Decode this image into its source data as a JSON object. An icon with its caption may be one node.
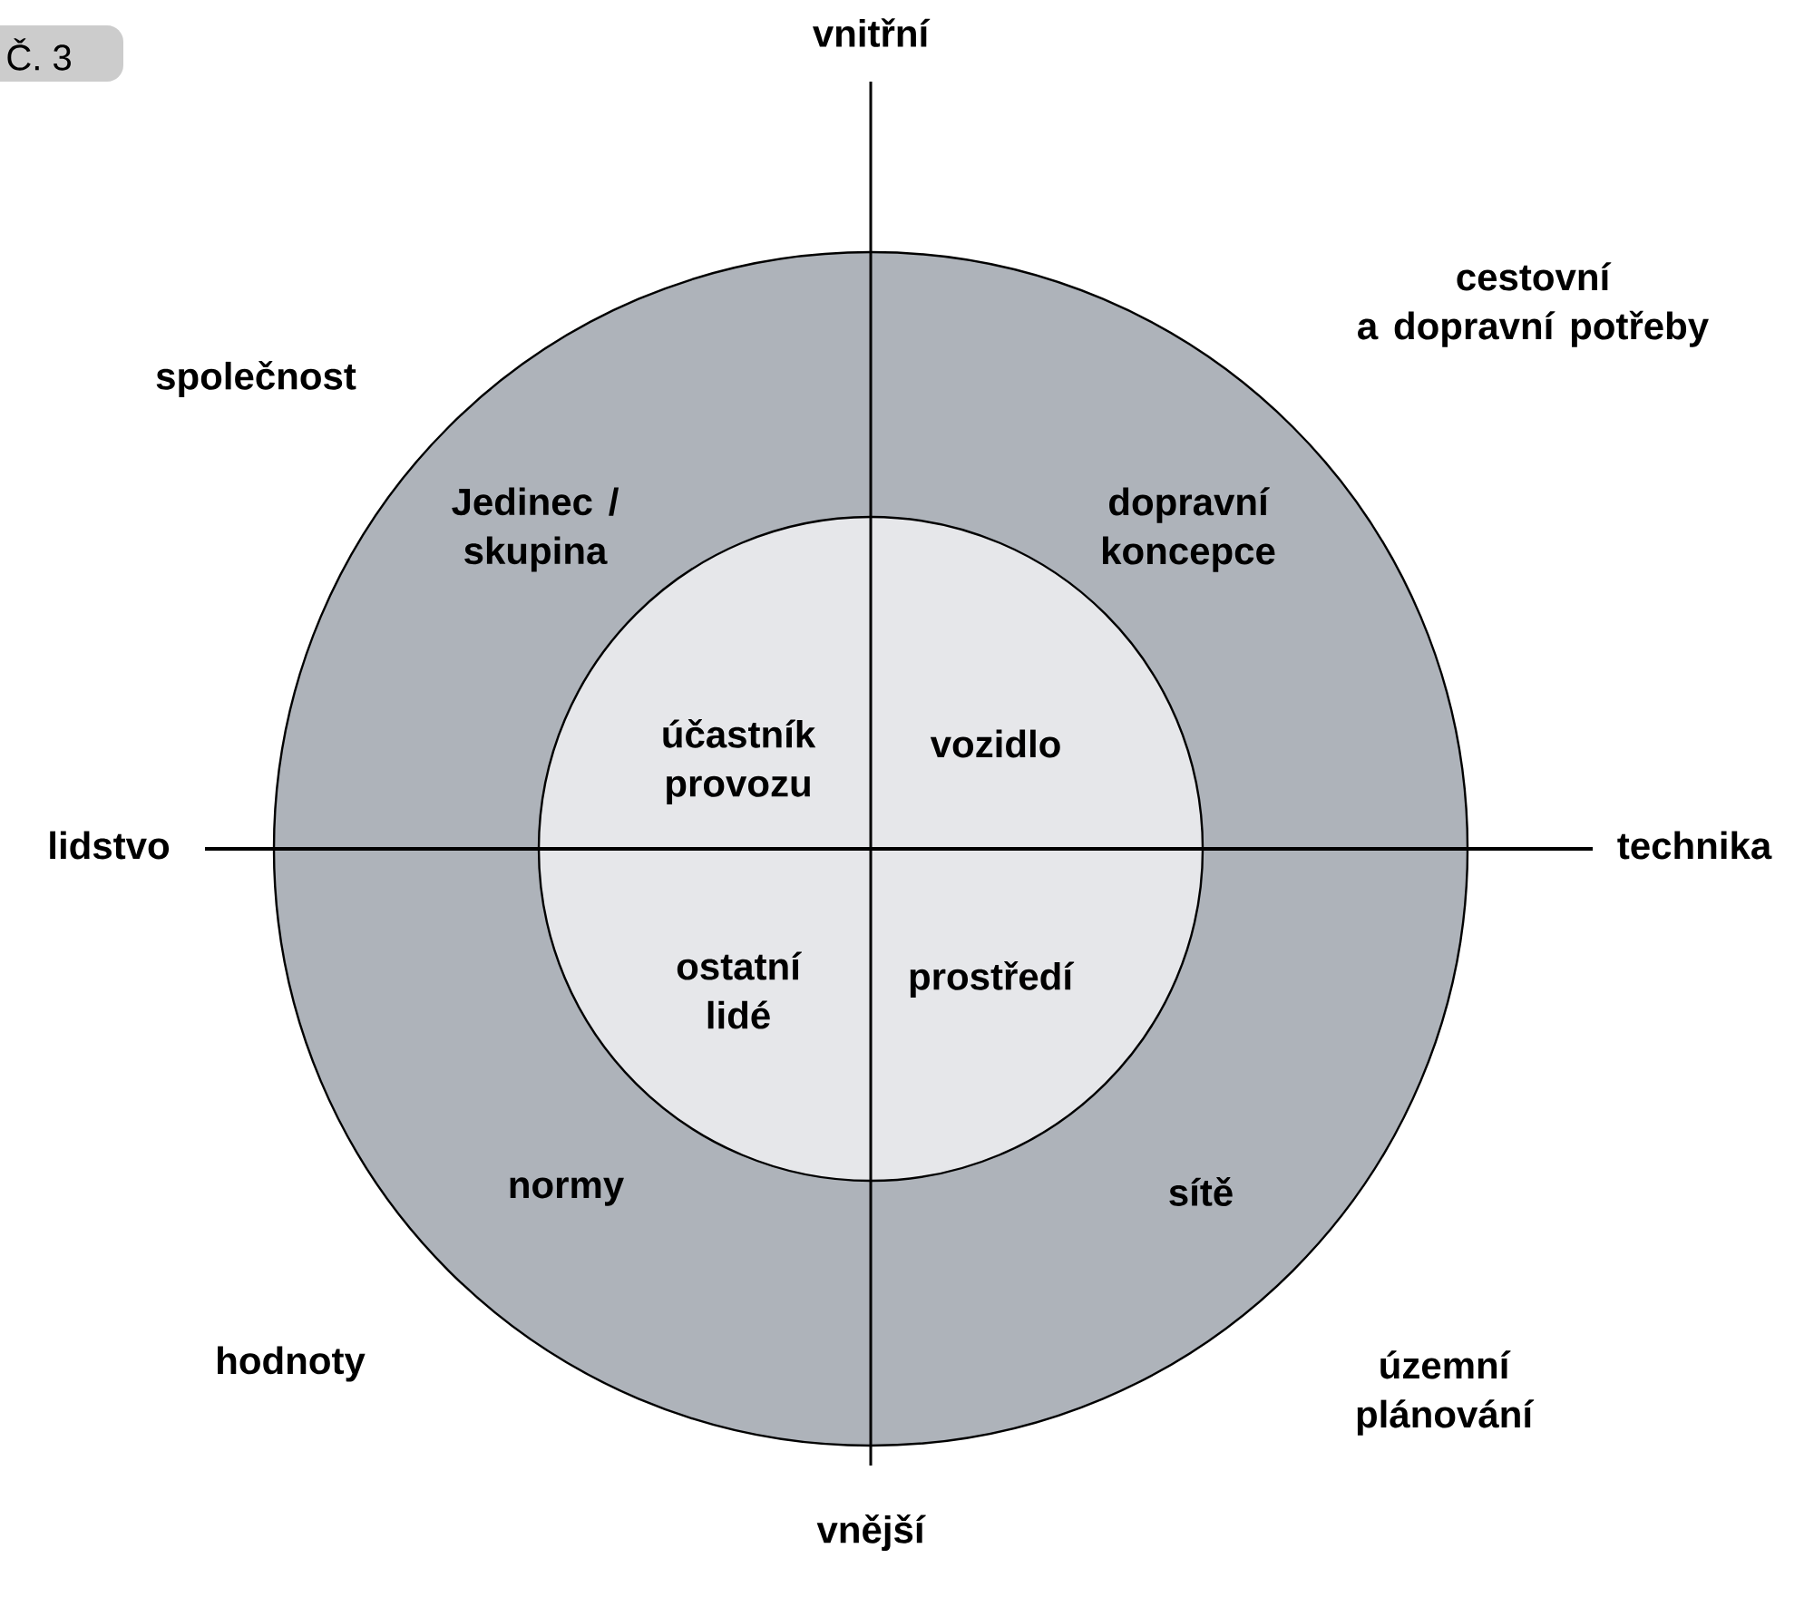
{
  "diagram": {
    "title": "Č. 3",
    "nodes": [
      {
        "text": [
          "Jedinec / skupina",
          "dopravní koncepce",
          "normy",
          "sítě"
        ]
      },
      {
        "text": [
          "účastník provozu",
          "vozidlo",
          "ostatní lidé",
          "prostředí"
        ],
        "in": 0
      }
    ],
    "labels": [
      "vnitřní",
      "cestovní a dopravní potřeby",
      "společnost",
      "lidstvo",
      "technika",
      "hodnoty",
      "územní plánování",
      "vnější"
    ]
  }
}
